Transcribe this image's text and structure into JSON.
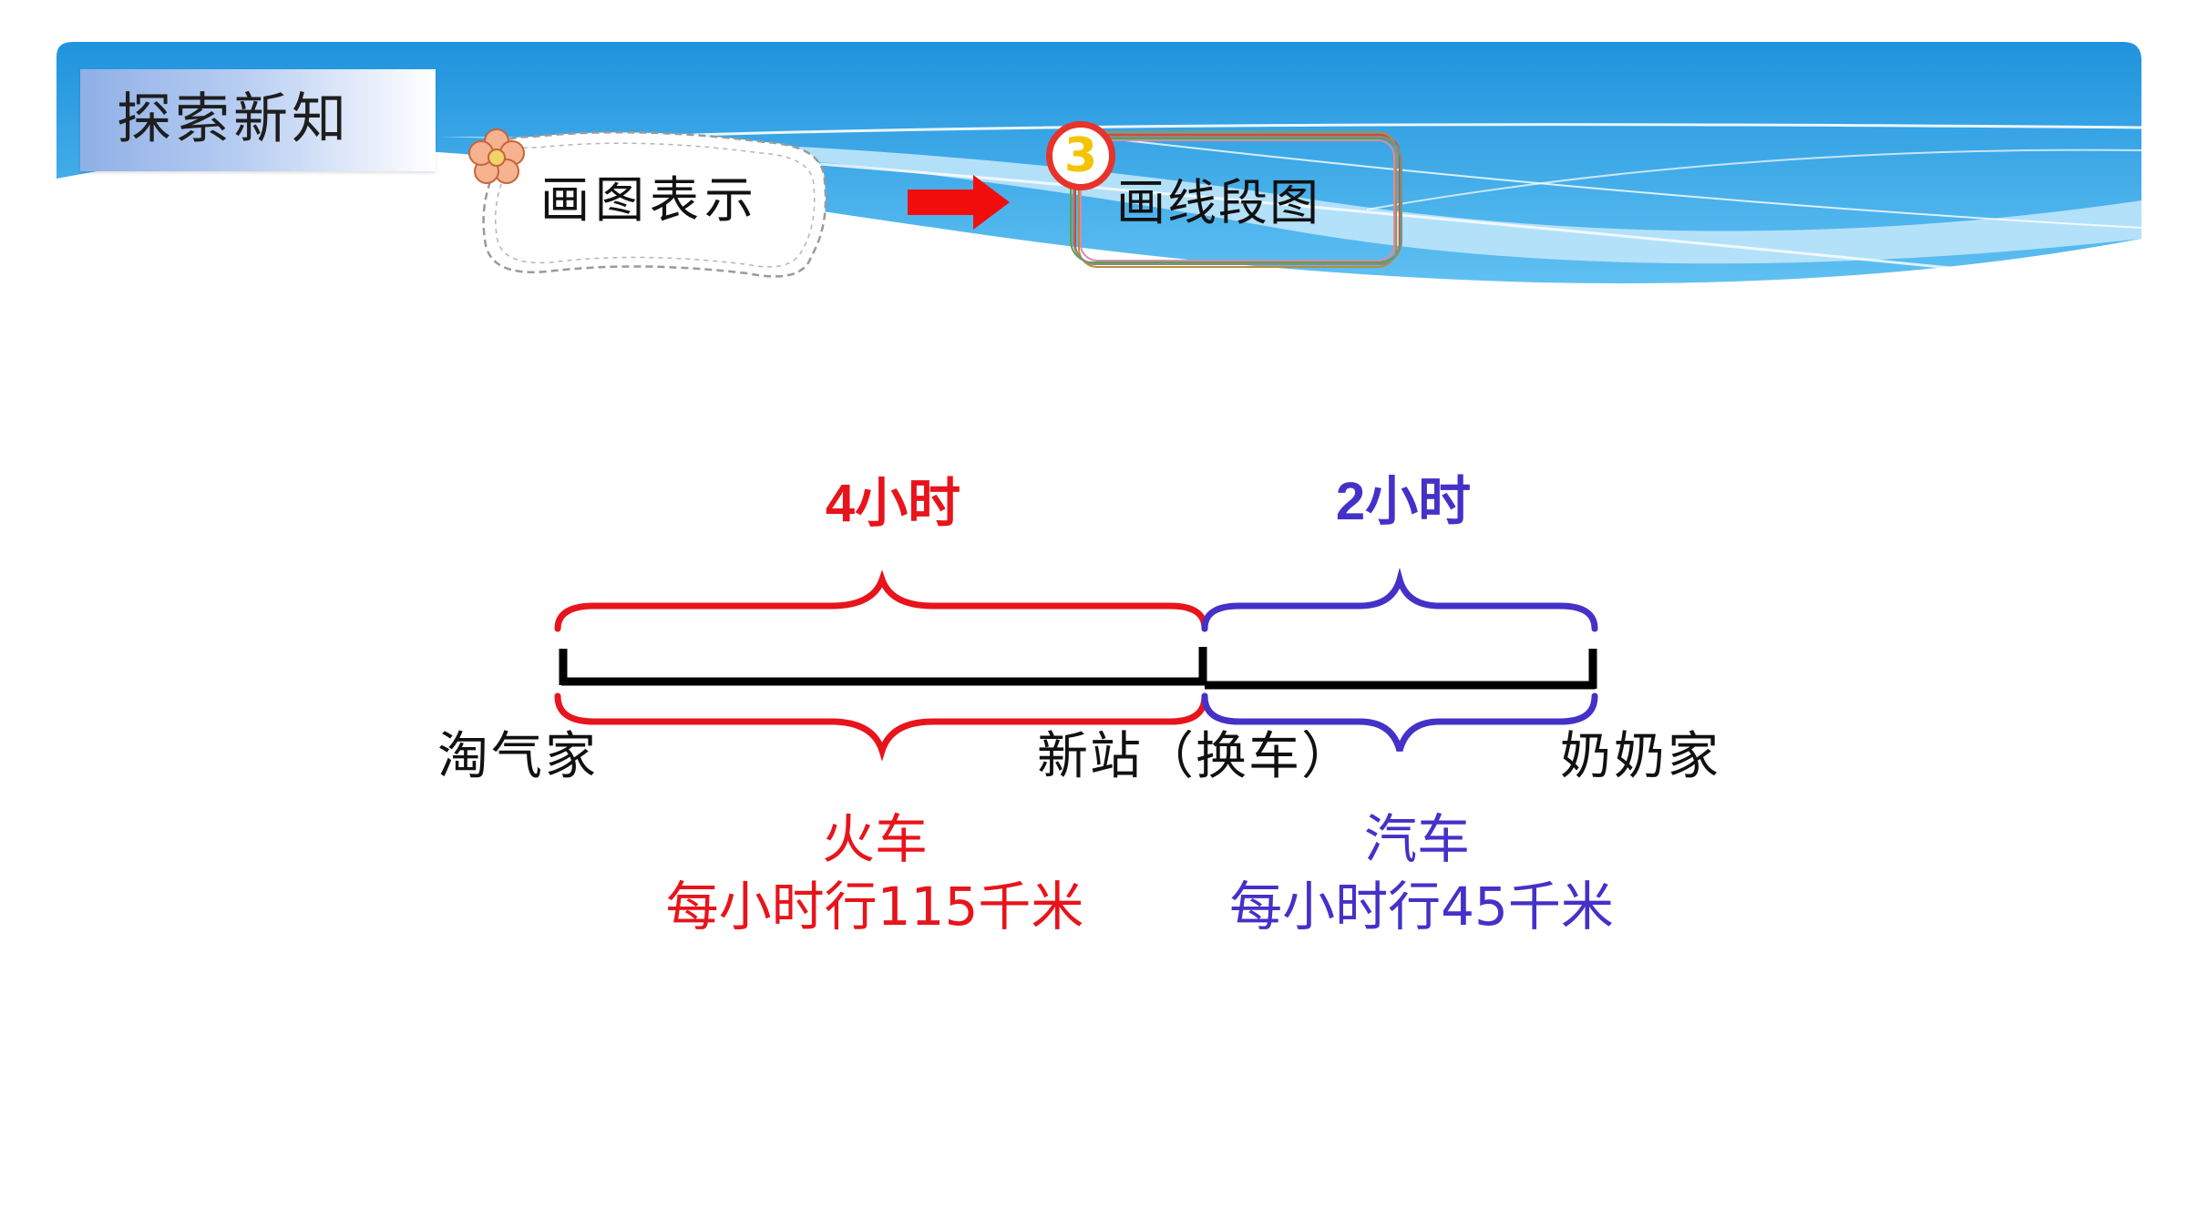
{
  "header": {
    "section_title": "探索新知",
    "step1_label": "画图表示",
    "step_number": "3",
    "step2_label": "画线段图"
  },
  "diagram": {
    "segment1_duration": "4小时",
    "segment2_duration": "2小时",
    "point_start": "淘气家",
    "point_middle": "新站（换车）",
    "point_end": "奶奶家",
    "vehicle1_name": "火车",
    "vehicle1_speed": "每小时行115千米",
    "vehicle2_name": "汽车",
    "vehicle2_speed": "每小时行45千米"
  },
  "colors": {
    "segment1": "#e8141b",
    "segment2": "#4431c8",
    "line": "#000000",
    "banner": "#3aa6e6",
    "arrow": "#f20d0d"
  },
  "icons": {
    "flower": "flower-icon",
    "arrow": "right-arrow-icon"
  }
}
